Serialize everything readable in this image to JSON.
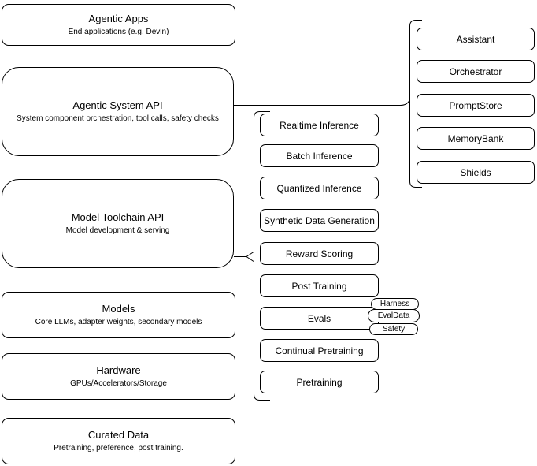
{
  "diagram": {
    "left_stack": [
      {
        "title": "Agentic Apps",
        "subtitle": "End applications (e.g. Devin)"
      },
      {
        "title": "Agentic System API",
        "subtitle": "System component orchestration, tool calls, safety checks"
      },
      {
        "title": "Model Toolchain API",
        "subtitle": "Model development & serving"
      },
      {
        "title": "Models",
        "subtitle": "Core LLMs, adapter weights, secondary models"
      },
      {
        "title": "Hardware",
        "subtitle": "GPUs/Accelerators/Storage"
      },
      {
        "title": "Curated Data",
        "subtitle": "Pretraining, preference, post training."
      }
    ],
    "toolchain_group": {
      "items": [
        "Realtime Inference",
        "Batch Inference",
        "Quantized Inference",
        "Synthetic Data Generation",
        "Reward Scoring",
        "Post Training",
        "Evals",
        "Continual Pretraining",
        "Pretraining"
      ],
      "evals_tags": [
        "Harness",
        "EvalData",
        "Safety"
      ]
    },
    "system_group": {
      "items": [
        "Assistant",
        "Orchestrator",
        "PromptStore",
        "MemoryBank",
        "Shields"
      ]
    },
    "colors": {
      "stroke": "#000000",
      "background": "#ffffff",
      "text": "#000000"
    }
  }
}
